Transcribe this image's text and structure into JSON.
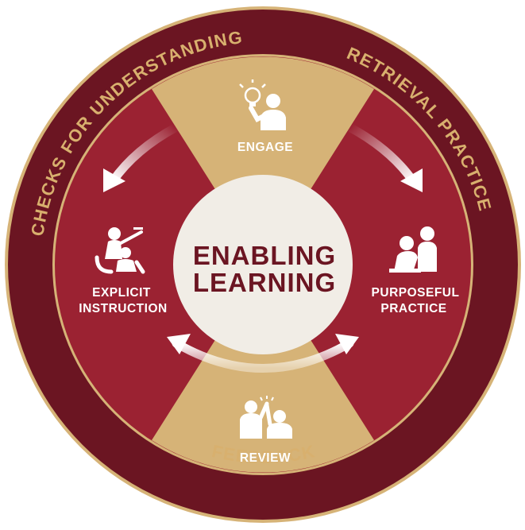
{
  "ring": {
    "top_left": "CHECKS FOR UNDERSTANDING",
    "top_right": "RETRIEVAL PRACTICE",
    "bottom": "FEEDBACK"
  },
  "center": {
    "line1": "ENABLING",
    "line2": "LEARNING"
  },
  "segments": {
    "engage": {
      "label": "ENGAGE",
      "icon": "lightbulb-person-icon"
    },
    "review": {
      "label": "REVIEW",
      "icon": "high-five-icon"
    },
    "explicit": {
      "line1": "EXPLICIT",
      "line2": "INSTRUCTION",
      "icon": "teacher-student-icon"
    },
    "purposeful": {
      "line1": "PURPOSEFUL",
      "line2": "PRACTICE",
      "icon": "student-pair-icon"
    }
  },
  "colors": {
    "outer_ring": "#6b1522",
    "segment_red": "#9b2232",
    "segment_gold": "#d6b377",
    "gold_text": "#d8b06e",
    "center_fill": "#f1ede6",
    "center_text": "#6b1522"
  }
}
